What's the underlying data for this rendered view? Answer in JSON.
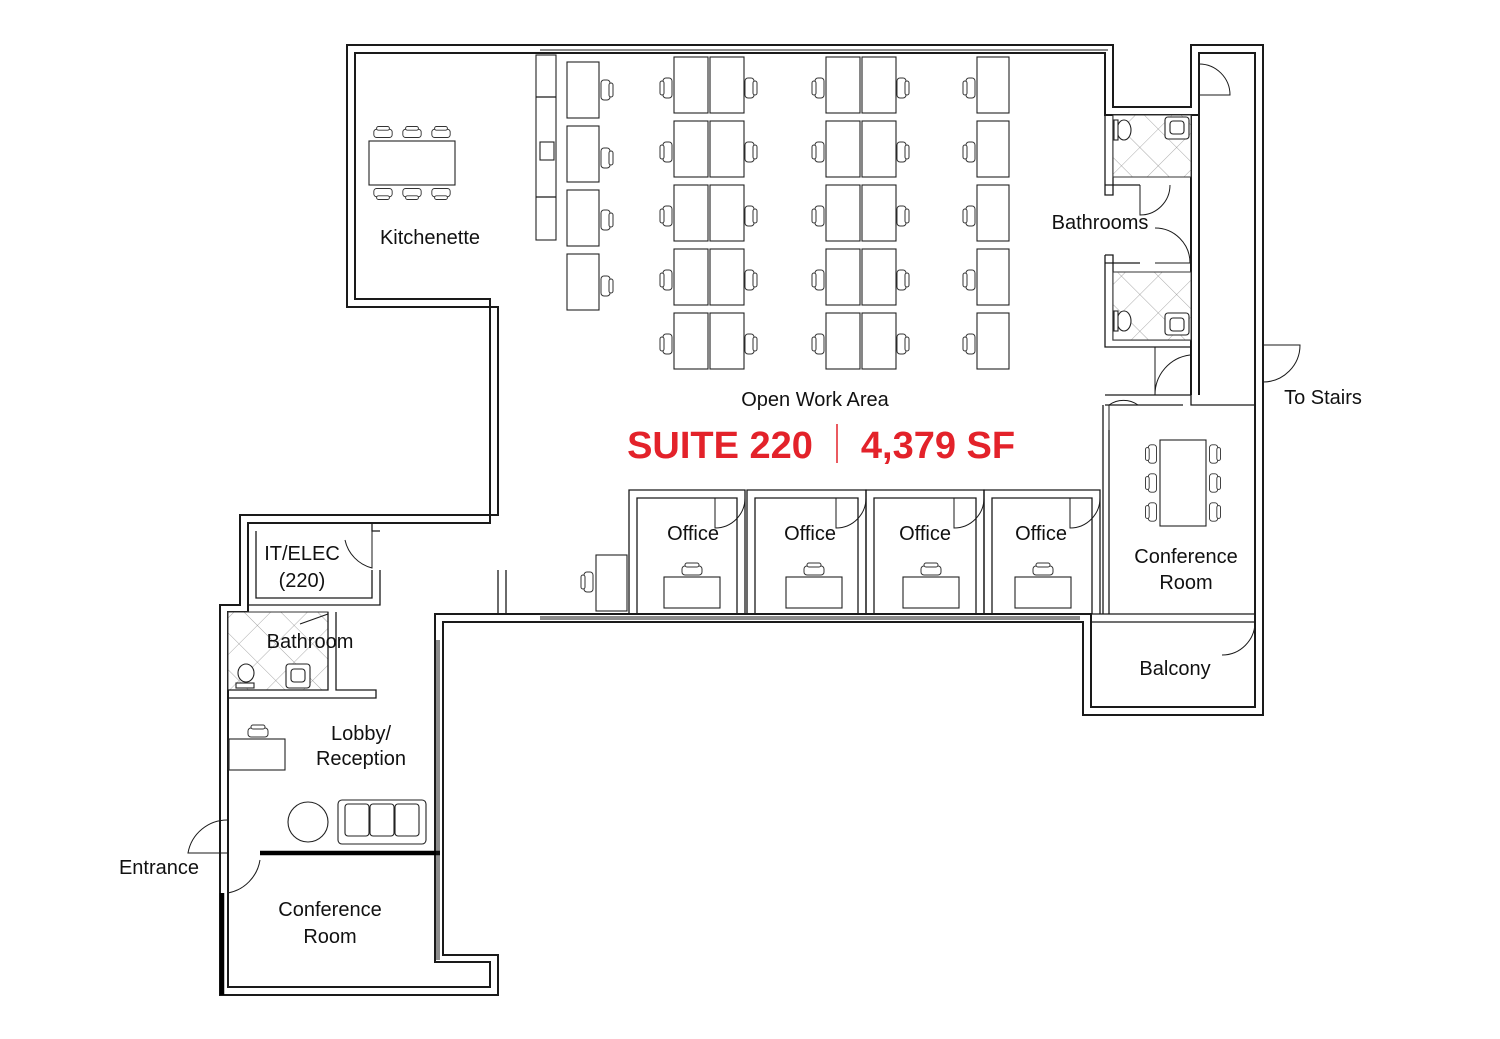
{
  "suite": {
    "name": "SUITE 220",
    "area": "4,379 SF",
    "accent_color": "#e3222a"
  },
  "rooms": {
    "kitchenette": "Kitchenette",
    "open_work_area": "Open Work Area",
    "bathrooms": "Bathrooms",
    "to_stairs": "To Stairs",
    "office": "Office",
    "conference_room_east": [
      "Conference",
      "Room"
    ],
    "balcony": "Balcony",
    "it_elec": [
      "IT/ELEC",
      "(220)"
    ],
    "bathroom": "Bathroom",
    "lobby": [
      "Lobby/",
      "Reception"
    ],
    "entrance": "Entrance",
    "conference_room_west": [
      "Conference",
      "Room"
    ]
  },
  "icons": [
    "door-swing-icon",
    "chair-icon",
    "desk-icon",
    "toilet-icon",
    "sink-icon",
    "sofa-icon",
    "round-table-icon"
  ]
}
